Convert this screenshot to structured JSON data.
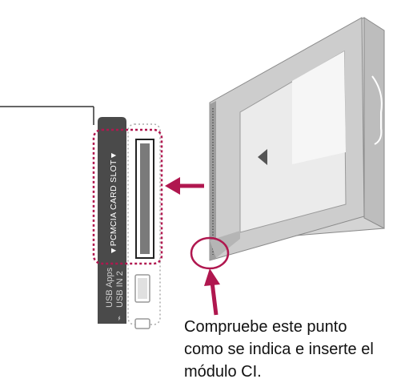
{
  "slot_label": "▼PCMCIA CARD SLOT▼",
  "usb_label_1": "USB Apps",
  "usb_label_2": "USB IN 2",
  "caption": {
    "line1": "Compruebe este punto",
    "line2": "como se indica e inserte el",
    "line3": "módulo CI."
  },
  "colors": {
    "highlight": "#b0174f",
    "panel_dark": "#4a4a4a",
    "card_body": "#c9c9c9",
    "card_face": "#e8e8e8"
  }
}
